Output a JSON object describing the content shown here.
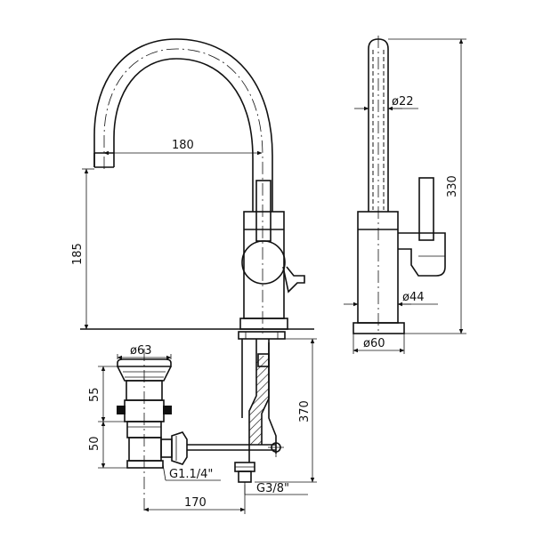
{
  "dimensions": {
    "spout_reach": "180",
    "spout_height": "185",
    "drain_diameter": "ø63",
    "drain_upper_height": "55",
    "drain_lower_height": "50",
    "drain_thread": "G1.1/4\"",
    "supply_thread": "G3/8\"",
    "drain_offset": "170",
    "hose_length": "370",
    "spout_tube_diameter": "ø22",
    "total_height": "330",
    "body_diameter": "ø44",
    "base_diameter": "ø60"
  },
  "colors": {
    "line": "#111111",
    "background": "#ffffff"
  }
}
